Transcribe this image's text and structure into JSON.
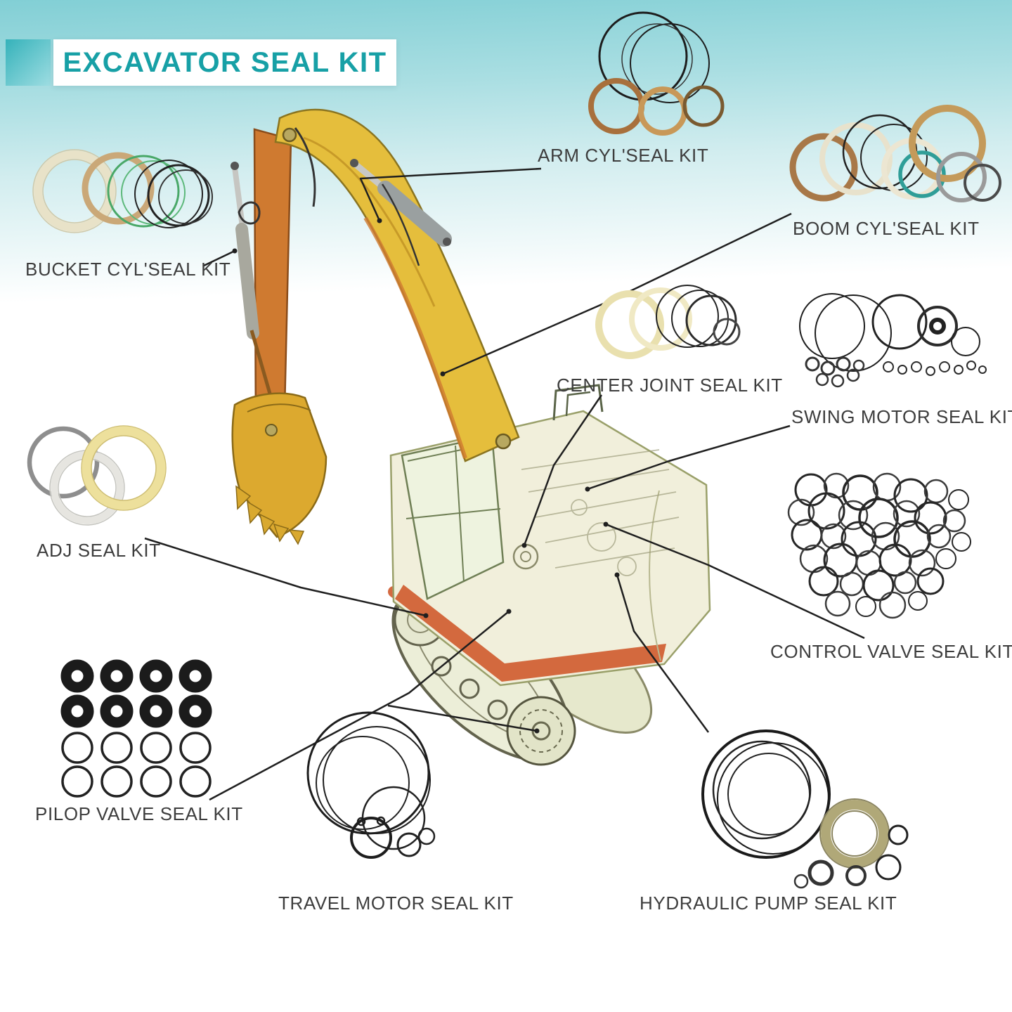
{
  "title": "EXCAVATOR SEAL KIT",
  "labels": {
    "arm": "ARM CYL'SEAL KIT",
    "boom": "BOOM CYL'SEAL KIT",
    "bucket": "BUCKET CYL'SEAL KIT",
    "center_joint": "CENTER JOINT SEAL KIT",
    "swing_motor": "SWING MOTOR SEAL KIT",
    "adj": "ADJ SEAL KIT",
    "control_valve": "CONTROL VALVE SEAL KIT",
    "pilot_valve": "PILOP VALVE SEAL KIT",
    "travel_motor": "TRAVEL MOTOR SEAL KIT",
    "hydraulic_pump": "HYDRAULIC PUMP SEAL KIT"
  },
  "colors": {
    "accent_teal": "#17a0a6",
    "banner_teal": "#82cfd5",
    "label_text": "#3d3d3d",
    "leader_line": "#1f1f1f",
    "boom_yellow": "#e5be3c",
    "arm_orange": "#cf7a30",
    "body_cream": "#f1efdb",
    "track_orange": "#cf5a2c"
  }
}
